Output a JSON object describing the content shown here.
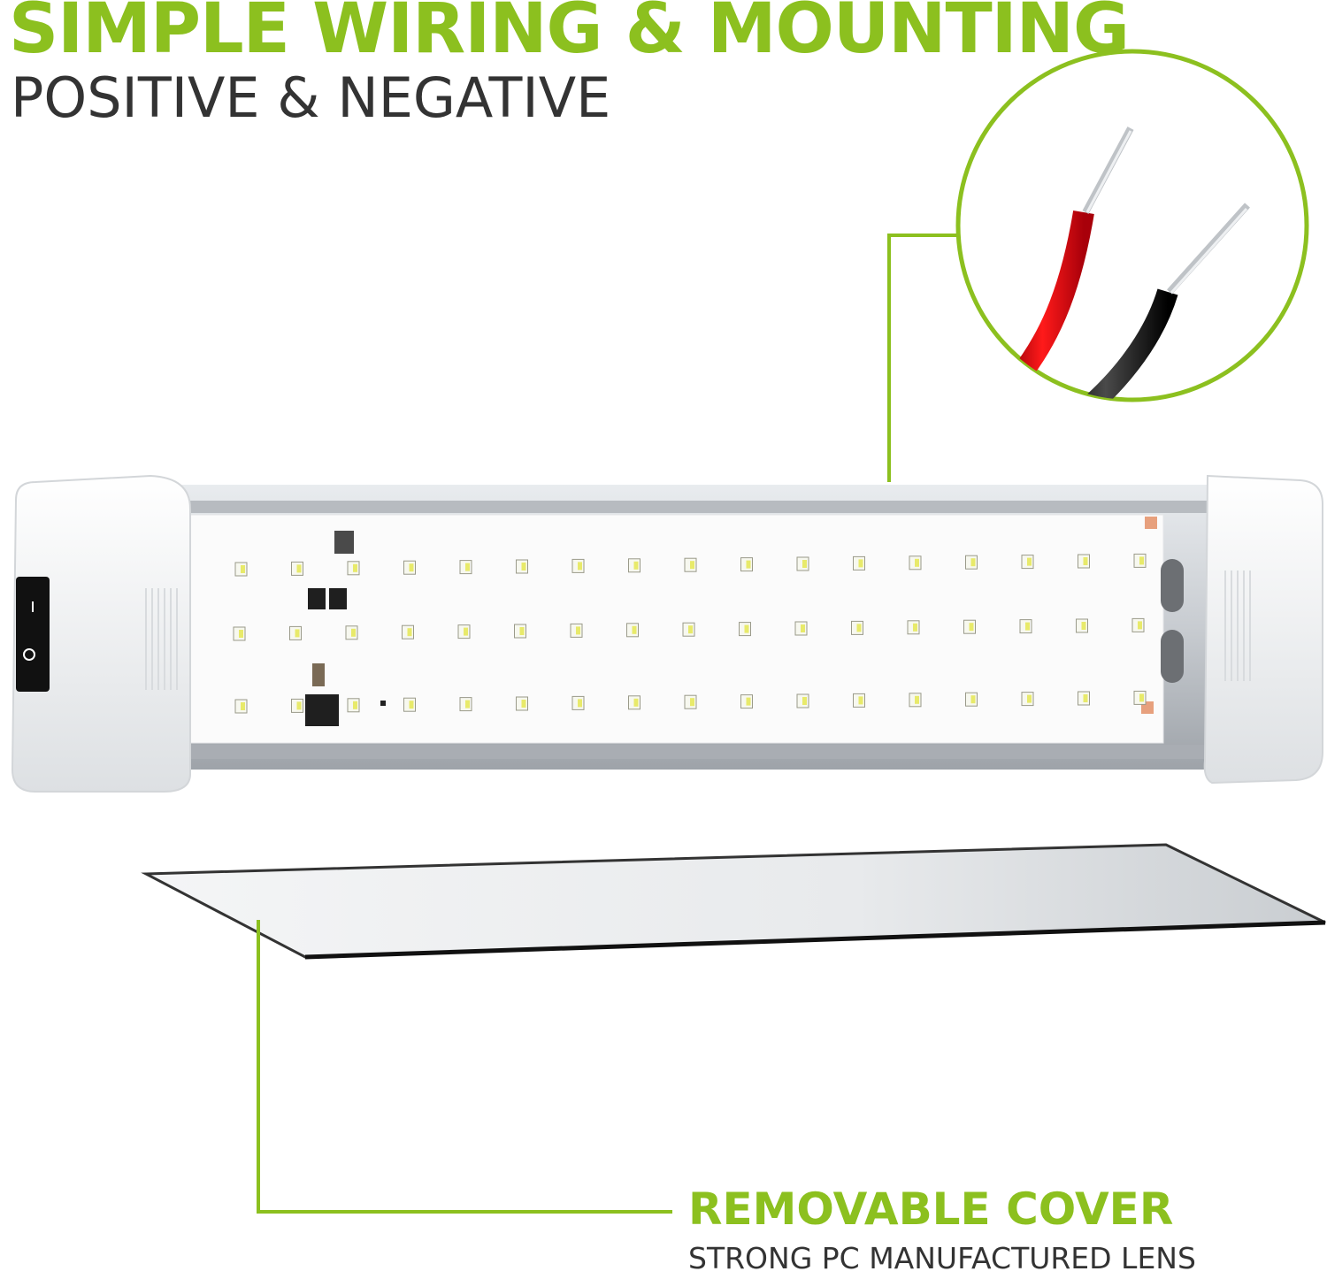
{
  "header": {
    "title": "SIMPLE WIRING & MOUNTING",
    "subtitle": "POSITIVE & NEGATIVE"
  },
  "callout": {
    "title": "REMOVABLE COVER",
    "subtitle": "STRONG PC MANUFACTURED LENS"
  },
  "colors": {
    "accent": "#8cc01f",
    "text_dark": "#333333",
    "wire_positive": "#e3000f",
    "wire_negative": "#1a1a1a"
  },
  "icons": [
    "rocker-switch-icon",
    "led-chip-icon",
    "wire-pair-icon"
  ]
}
